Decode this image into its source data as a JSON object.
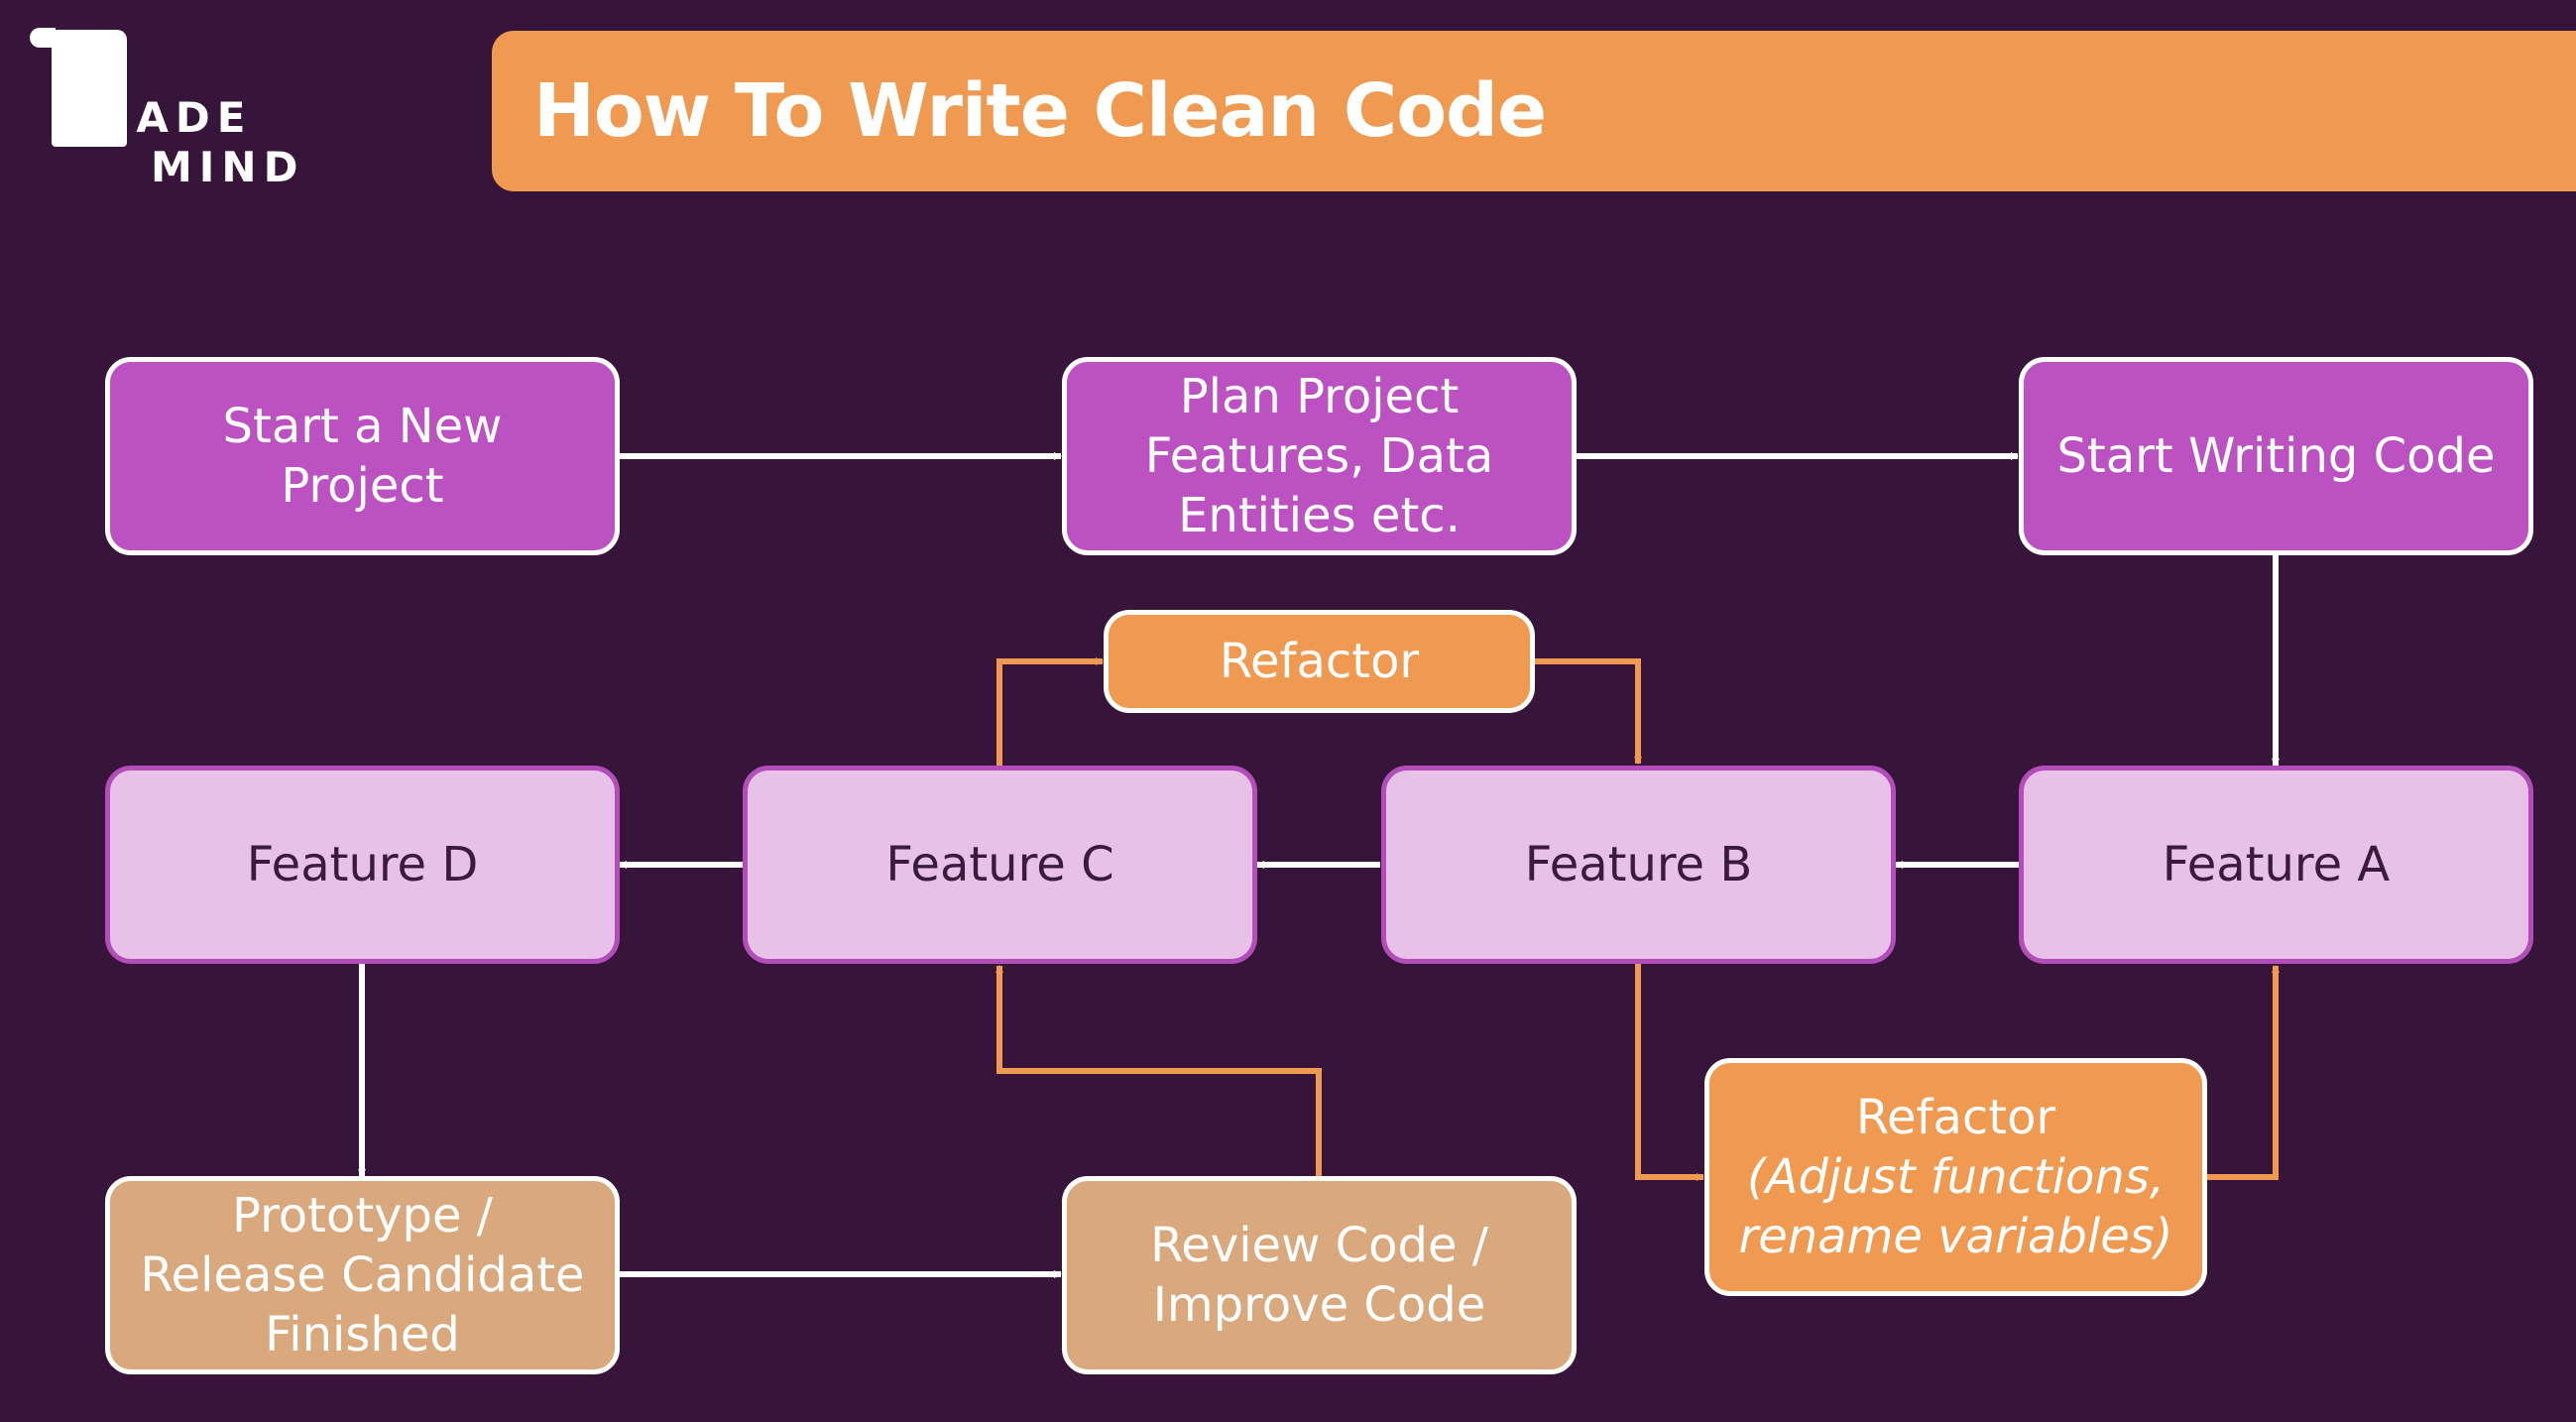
{
  "logo": {
    "line1": "ACADE",
    "line2": "MIND"
  },
  "title": "How To Write Clean Code",
  "colors": {
    "background": "#37153b",
    "title_bar": "#ef9951",
    "step": "#bc51c2",
    "feature": "#e7c1e8",
    "feature_border": "#b24db9",
    "refactor": "#ef9951",
    "finish": "#d9a87d",
    "edge_main": "#ffffff",
    "edge_refactor": "#ef9951"
  },
  "nodes": {
    "start": "Start a New\nProject",
    "plan": "Plan Project\nFeatures, Data\nEntities etc.",
    "code": "Start Writing Code",
    "feature_a": "Feature A",
    "feature_b": "Feature B",
    "feature_c": "Feature C",
    "feature_d": "Feature D",
    "refactor_top": "Refactor",
    "refactor_bottom_title": "Refactor",
    "refactor_bottom_detail": "(Adjust functions,\nrename variables)",
    "prototype": "Prototype /\nRelease Candidate\nFinished",
    "review": "Review Code /\nImprove Code"
  },
  "edges": [
    {
      "from": "start",
      "to": "plan",
      "kind": "main"
    },
    {
      "from": "plan",
      "to": "code",
      "kind": "main"
    },
    {
      "from": "code",
      "to": "feature_a",
      "kind": "main"
    },
    {
      "from": "feature_a",
      "to": "feature_b",
      "kind": "main"
    },
    {
      "from": "feature_b",
      "to": "feature_c",
      "kind": "main"
    },
    {
      "from": "feature_c",
      "to": "feature_d",
      "kind": "main"
    },
    {
      "from": "feature_d",
      "to": "prototype",
      "kind": "main"
    },
    {
      "from": "prototype",
      "to": "review",
      "kind": "main"
    },
    {
      "from": "review",
      "to": "feature_c",
      "kind": "refactor"
    },
    {
      "from": "feature_c",
      "to": "refactor_top",
      "kind": "refactor"
    },
    {
      "from": "refactor_top",
      "to": "feature_b",
      "kind": "refactor"
    },
    {
      "from": "feature_b",
      "to": "refactor_bottom",
      "kind": "refactor"
    },
    {
      "from": "refactor_bottom",
      "to": "feature_a",
      "kind": "refactor"
    }
  ]
}
